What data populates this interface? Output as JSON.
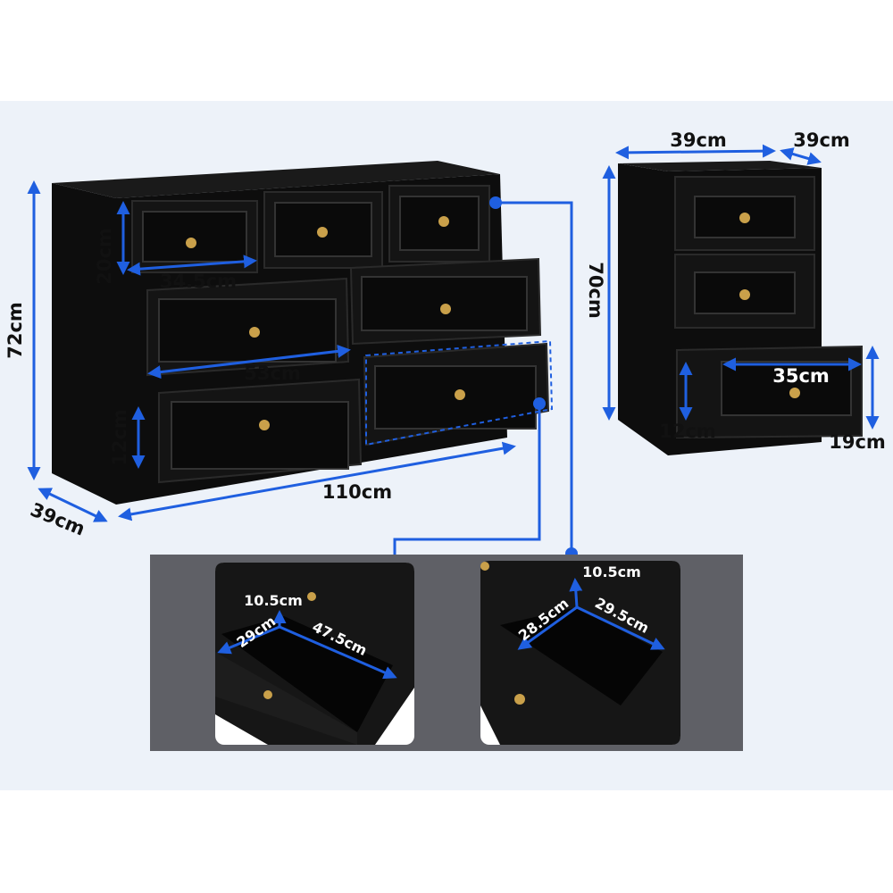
{
  "colors": {
    "accent": "#1f5fe0",
    "background": "#edf2f9",
    "inset_band": "#5f6066"
  },
  "dresser_7_drawer": {
    "height": "72cm",
    "depth": "39cm",
    "width": "110cm",
    "small_drawer_width": "34.5cm",
    "small_drawer_height": "20cm",
    "large_drawer_width": "53cm",
    "large_drawer_height": "12cm"
  },
  "nightstand_3_drawer": {
    "width": "39cm",
    "depth": "39cm",
    "height": "70cm",
    "drawer_width": "35cm",
    "drawer_inner_height": "12cm",
    "drawer_height": "19cm"
  },
  "detail_large_drawer": {
    "height": "10.5cm",
    "depth": "29cm",
    "width": "47.5cm"
  },
  "detail_small_drawer": {
    "height": "10.5cm",
    "depth": "28.5cm",
    "width": "29.5cm"
  }
}
